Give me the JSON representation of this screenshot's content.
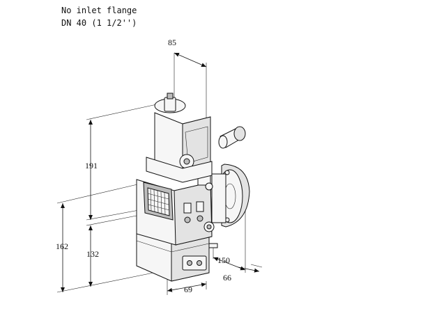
{
  "caption": {
    "line1": "No inlet flange",
    "line2": "DN 40 (1 1/2'')"
  },
  "dimensions": {
    "top_width": "85",
    "upper_height": "191",
    "total_height": "162",
    "lower_height": "132",
    "depth": "150",
    "side_offset": "66",
    "bottom_width": "69"
  }
}
